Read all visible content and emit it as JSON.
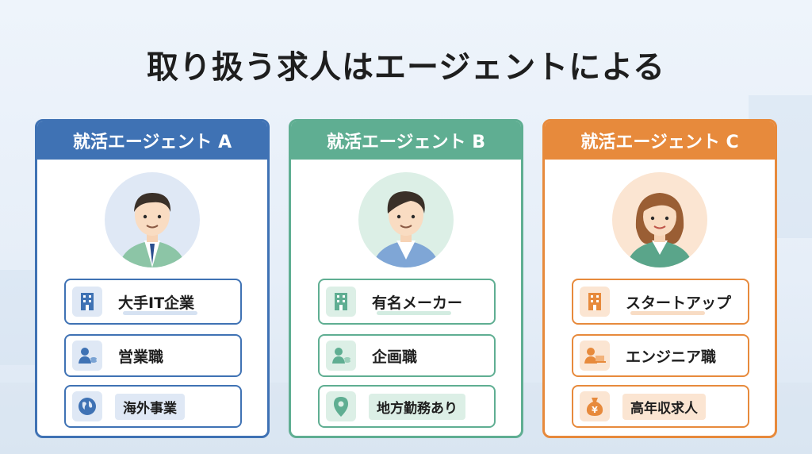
{
  "title": "取り扱う求人はエージェントによる",
  "colors": {
    "a": "#3f72b4",
    "b": "#5fae92",
    "c": "#e78a3c"
  },
  "agents": [
    {
      "header": "就活エージェント A",
      "avatar": "man-suit-green-icon",
      "items": [
        {
          "label": "大手IT企業",
          "icon": "building-icon"
        },
        {
          "label": "営業職",
          "icon": "businessman-coins-icon"
        },
        {
          "label": "海外事業",
          "icon": "globe-icon"
        }
      ]
    },
    {
      "header": "就活エージェント B",
      "avatar": "man-casual-blue-icon",
      "items": [
        {
          "label": "有名メーカー",
          "icon": "building-icon"
        },
        {
          "label": "企画職",
          "icon": "businessman-coins-icon"
        },
        {
          "label": "地方勤務あり",
          "icon": "map-pin-icon"
        }
      ]
    },
    {
      "header": "就活エージェント C",
      "avatar": "woman-suit-green-icon",
      "items": [
        {
          "label": "スタートアップ",
          "icon": "building-icon"
        },
        {
          "label": "エンジニア職",
          "icon": "engineer-laptop-icon"
        },
        {
          "label": "高年収求人",
          "icon": "money-bag-yen-icon"
        }
      ]
    }
  ]
}
